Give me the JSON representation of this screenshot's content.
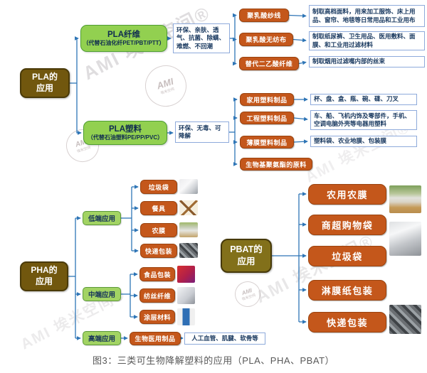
{
  "caption": "图3：三类可生物降解塑料的应用（PLA、PHA、PBAT）",
  "watermark": {
    "diagonal_text": "AMI 埃米空间®",
    "stamp_text": "AMI",
    "stamp_ring_text": "埃米空间"
  },
  "colors": {
    "connector": "#2E75B6",
    "green_box": "#92D050",
    "light_green_box": "#A2D363",
    "orange_box": "#C4571B",
    "brown_box": "#71570E",
    "olive_box": "#82701A",
    "desc_border": "#8EAADB",
    "desc_text": "#17375E"
  },
  "pla": {
    "root_line1": "PLA的",
    "root_line2": "应用",
    "fiber": {
      "title": "PLA纤维",
      "subtitle": "（代替石油化纤PET/PBT/PTT）",
      "features": "环保、亲肤、透气、抗菌、除螨、难燃、不回潮",
      "items": [
        {
          "label": "聚乳酸纱线",
          "desc": "制取高档面料，用来加工服饰、床上用品、窗帘、地毯等日常用品和工业用布"
        },
        {
          "label": "聚乳酸无纺布",
          "desc": "制取纸尿裤、卫生用品、医用敷料、面膜、和工业用过滤材料"
        },
        {
          "label": "替代二乙酸纤维",
          "desc": "制取烟用过滤嘴内部的丝束"
        }
      ]
    },
    "plastic": {
      "title": "PLA塑料",
      "subtitle": "（代替石油塑料PE/PP/PVC）",
      "features": "环保、无毒、可降解",
      "items": [
        {
          "label": "家用塑料制品",
          "desc": "杯、盘、盒、瓶、碗、碟、刀叉"
        },
        {
          "label": "工程塑料制品",
          "desc": "车、船、飞机内饰及零部件，手机、空调电脑外壳等电器用塑料"
        },
        {
          "label": "薄膜塑料制品",
          "desc": "塑料袋、农业地膜、包装膜"
        },
        {
          "label": "生物基聚氨酯的原料",
          "desc": ""
        }
      ]
    }
  },
  "pha": {
    "root_line1": "PHA的",
    "root_line2": "应用",
    "low_tier": {
      "label": "低端应用",
      "items": [
        {
          "label": "垃圾袋"
        },
        {
          "label": "餐具"
        },
        {
          "label": "农膜"
        },
        {
          "label": "快递包装"
        }
      ]
    },
    "mid_tier": {
      "label": "中端应用",
      "items": [
        {
          "label": "食品包装"
        },
        {
          "label": "纺丝纤维"
        },
        {
          "label": "涂层材料"
        }
      ]
    },
    "high_tier": {
      "label": "高端应用",
      "item": "生物医用制品",
      "desc": "人工血管、肌腱、软骨等"
    }
  },
  "pbat": {
    "root_line1": "PBAT的",
    "root_line2": "应用",
    "items": [
      {
        "label": "农用农膜"
      },
      {
        "label": "商超购物袋"
      },
      {
        "label": "垃圾袋"
      },
      {
        "label": "淋膜纸包装"
      },
      {
        "label": "快递包装"
      }
    ]
  },
  "photos": {
    "pha_low": [
      "plastic-bag-photo",
      "wooden-cutlery-photo",
      "mulch-film-photo",
      "shredded-plastic-photo"
    ],
    "pha_mid": [
      "food-package-photo",
      "spun-fiber-photo",
      "coating-material-photo"
    ],
    "pbat": [
      "farm-field-photo",
      "shopping-bag-photo",
      "shredded-plastic-photo"
    ]
  }
}
